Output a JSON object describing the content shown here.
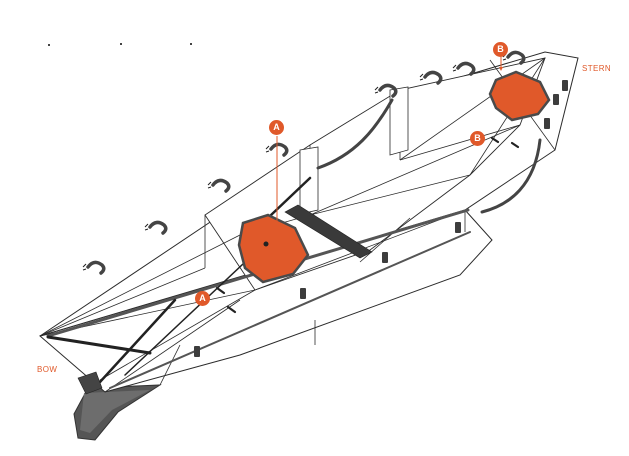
{
  "labels": {
    "bow": "BOW",
    "stern": "STERN"
  },
  "markers": {
    "a": "A",
    "b": "B"
  },
  "colors": {
    "accent": "#e0592a",
    "line": "#2b2b2b",
    "strap": "#222222",
    "keel": "#555555"
  },
  "icons": [
    "boat-hull-outline",
    "octagon-flotation-pad",
    "tie-down-strap",
    "cargo-hook-icon"
  ]
}
